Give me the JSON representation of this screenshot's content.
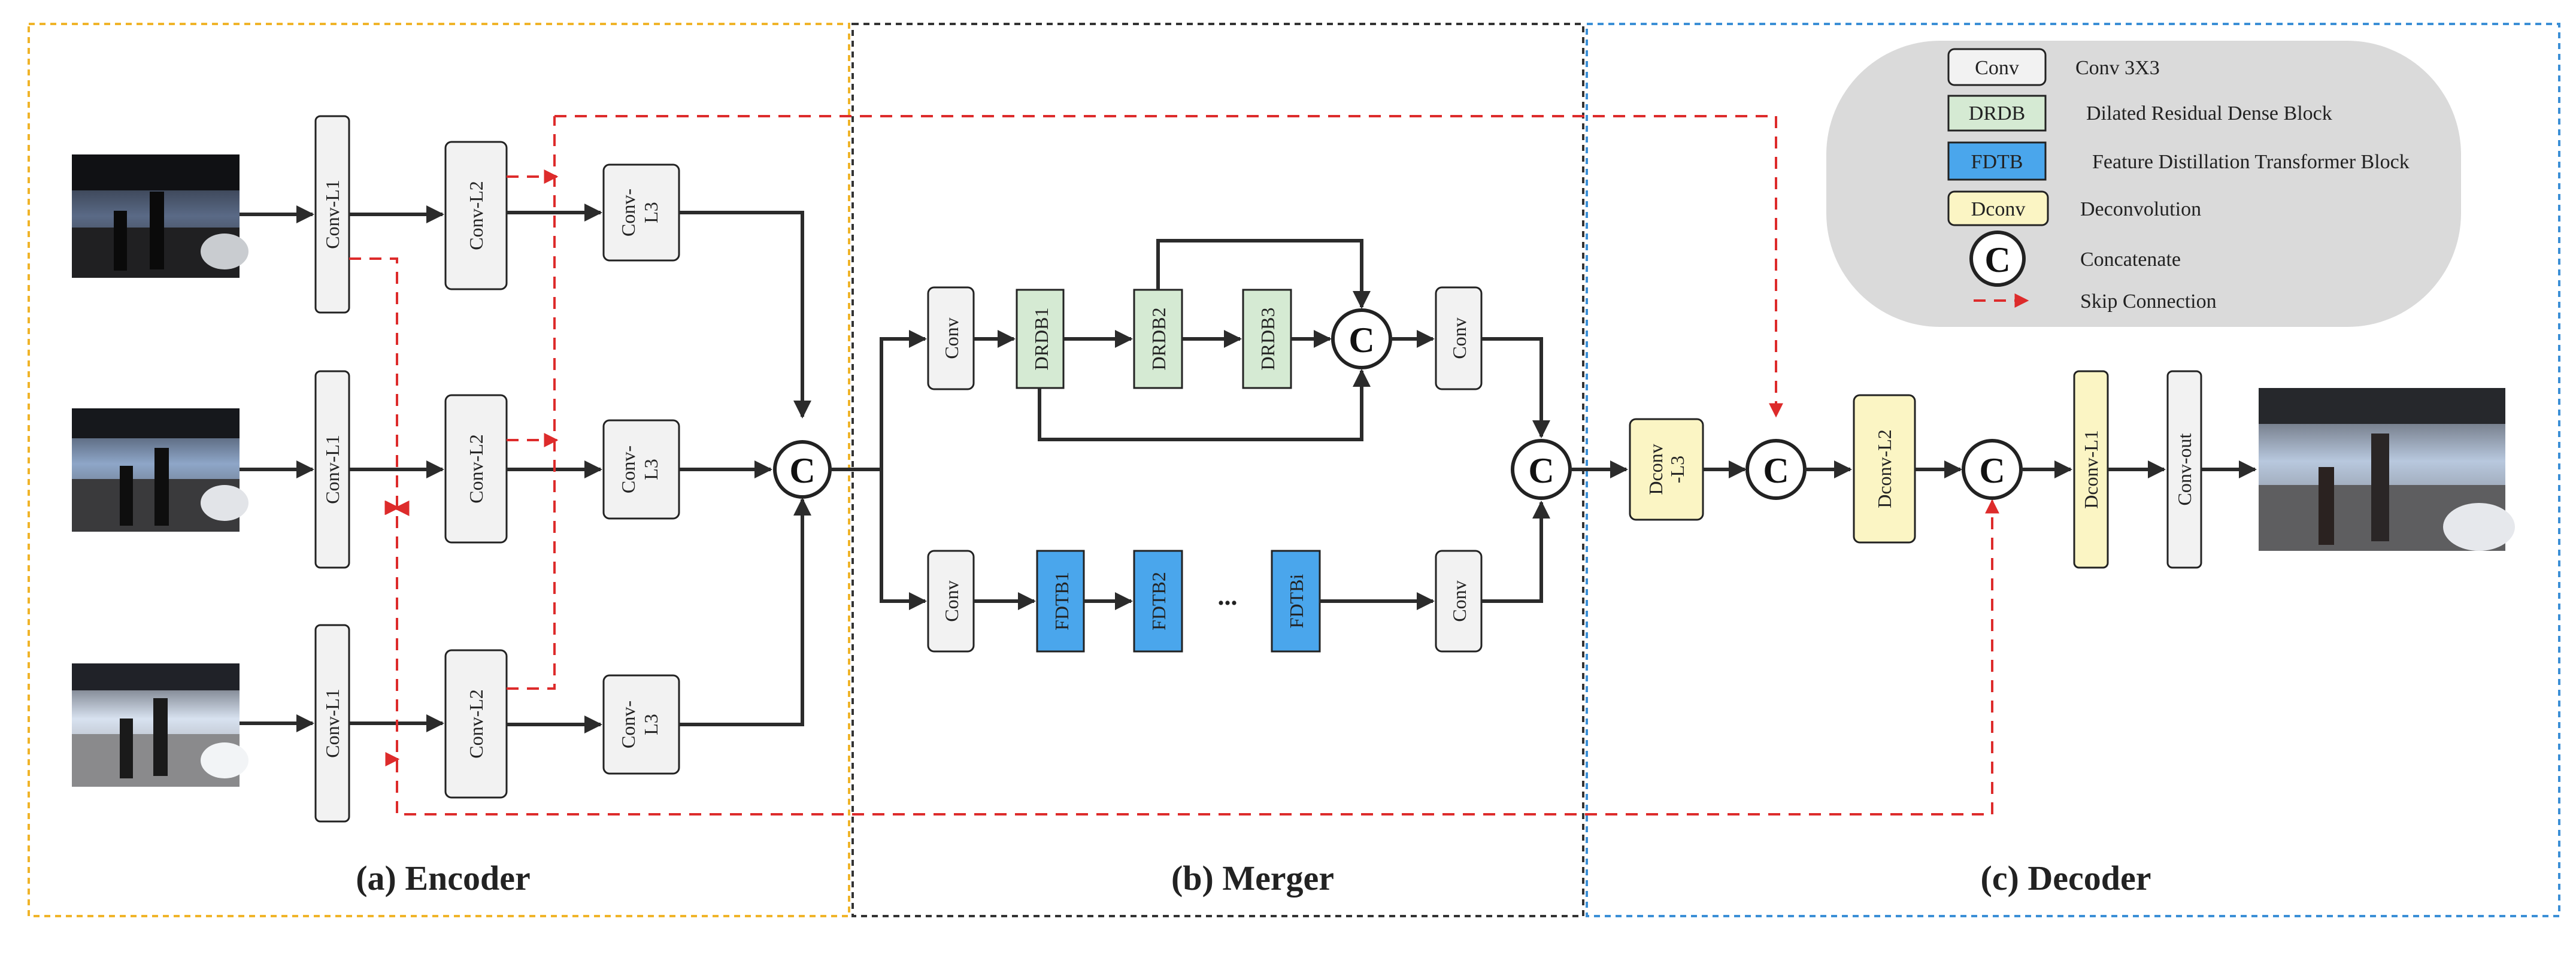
{
  "sections": {
    "encoder_label": "(a) Encoder",
    "merger_label": "(b) Merger",
    "decoder_label": "(c) Decoder"
  },
  "encoder": {
    "conv_l1": "Conv-L1",
    "conv_l2": "Conv-L2",
    "conv_l3_line1": "Conv-",
    "conv_l3_line2": "L3"
  },
  "merger": {
    "conv": "Conv",
    "drdb1": "DRDB1",
    "drdb2": "DRDB2",
    "drdb3": "DRDB3",
    "fdtb1": "FDTB1",
    "fdtb2": "FDTB2",
    "ellipsis": "...",
    "fdtbi": "FDTBi"
  },
  "decoder": {
    "dconv_l3_line1": "Dconv",
    "dconv_l3_line2": "-L3",
    "dconv_l2": "Dconv-L2",
    "dconv_l1": "Dconv-L1",
    "conv_out": "Conv-out"
  },
  "concat_symbol": "C",
  "legend": {
    "items": [
      {
        "key": "Conv",
        "desc": "Conv 3X3"
      },
      {
        "key": "DRDB",
        "desc": "Dilated Residual Dense Block"
      },
      {
        "key": "FDTB",
        "desc": "Feature Distillation Transformer Block"
      },
      {
        "key": "Dconv",
        "desc": "Deconvolution"
      },
      {
        "key": "C",
        "desc": "Concatenate"
      },
      {
        "key": "",
        "desc": "Skip Connection"
      }
    ]
  },
  "colors": {
    "encoder_border": "#f0b429",
    "merger_border": "#333333",
    "decoder_border": "#3b8fd6",
    "conv_fill": "#f2f2f2",
    "drdb_fill": "#d5ead3",
    "fdtb_fill": "#4aa6ec",
    "dconv_fill": "#fbf5c4",
    "skip_color": "#dd2b2b"
  }
}
